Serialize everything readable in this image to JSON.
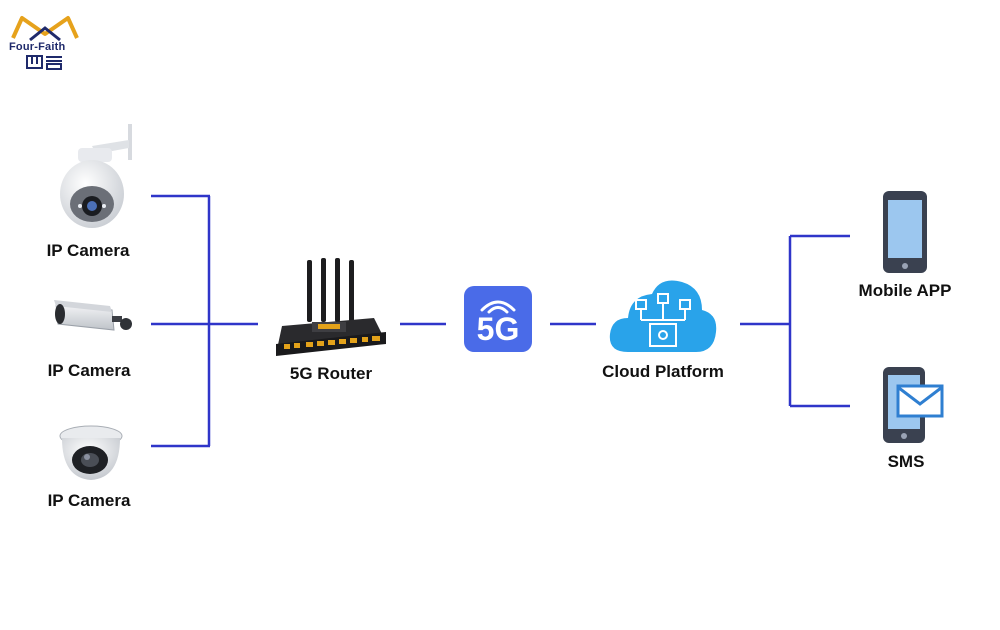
{
  "logo": {
    "brand_text": "Four-Faith",
    "chinese_mark": "四信"
  },
  "nodes": {
    "camera_1": {
      "label": "IP Camera",
      "icon": "ptz-dome-camera-icon"
    },
    "camera_2": {
      "label": "IP Camera",
      "icon": "bullet-camera-icon"
    },
    "camera_3": {
      "label": "IP Camera",
      "icon": "dome-camera-icon"
    },
    "router": {
      "label": "5G Router",
      "icon": "router-icon"
    },
    "network": {
      "badge_text": "5G",
      "icon": "5g-signal-icon"
    },
    "cloud": {
      "label": "Cloud Platform",
      "icon": "cloud-platform-icon"
    },
    "mobile": {
      "label": "Mobile APP",
      "icon": "smartphone-icon"
    },
    "sms": {
      "label": "SMS",
      "icon": "sms-phone-icon"
    }
  },
  "colors": {
    "connector": "#2f35c9",
    "badge": "#4a6be8",
    "cloud": "#29a3ea",
    "phone_body": "#3a4150",
    "phone_screen": "#9cc7ef",
    "router_body": "#1d1d1f",
    "router_ports": "#e3a21a",
    "logo_gold": "#e6a21c",
    "logo_navy": "#1f2a6b"
  }
}
